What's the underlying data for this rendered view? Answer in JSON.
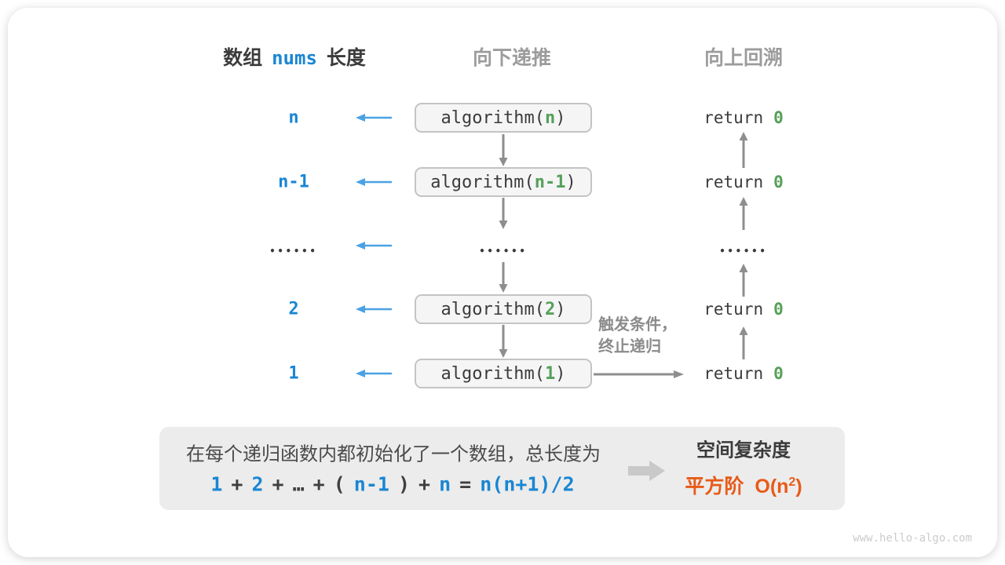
{
  "headers": {
    "array_pre": "数组",
    "array_code": "nums",
    "array_post": "长度",
    "recurse_down": "向下递推",
    "backtrack_up": "向上回溯"
  },
  "rows": [
    {
      "label": "n",
      "call_fn": "algorithm(",
      "call_arg": "n",
      "call_close": ")",
      "ret_kw": "return",
      "ret_val": "0"
    },
    {
      "label": "n-1",
      "call_fn": "algorithm(",
      "call_arg": "n-1",
      "call_close": ")",
      "ret_kw": "return",
      "ret_val": "0"
    },
    {
      "dots": "••••••"
    },
    {
      "label": "2",
      "call_fn": "algorithm(",
      "call_arg": "2",
      "call_close": ")",
      "ret_kw": "return",
      "ret_val": "0"
    },
    {
      "label": "1",
      "call_fn": "algorithm(",
      "call_arg": "1",
      "call_close": ")",
      "ret_kw": "return",
      "ret_val": "0"
    }
  ],
  "annotation": {
    "line1": "触发条件，",
    "line2": "终止递归"
  },
  "panel": {
    "description": "在每个递归函数内都初始化了一个数组，总长度为",
    "formula": [
      "1",
      "+",
      "2",
      "+",
      "…",
      "+",
      "(",
      "n-1",
      ")",
      "+",
      "n",
      "=",
      "n(n+1)/2"
    ],
    "result_title": "空间复杂度",
    "order_label": "平方阶",
    "notation_prefix": "O(n",
    "notation_sup": "2",
    "notation_suffix": ")"
  },
  "watermark": "www.hello-algo.com",
  "colors": {
    "accent_blue": "#1a86d3",
    "arrow_blue": "#4ba2e3",
    "code_green": "#55a05a",
    "highlight_orange": "#e85a18",
    "arrow_gray": "#8e8e8e",
    "box_bg": "#f5f5f5",
    "box_border": "#c4c4c4",
    "panel_bg": "#ececec"
  }
}
